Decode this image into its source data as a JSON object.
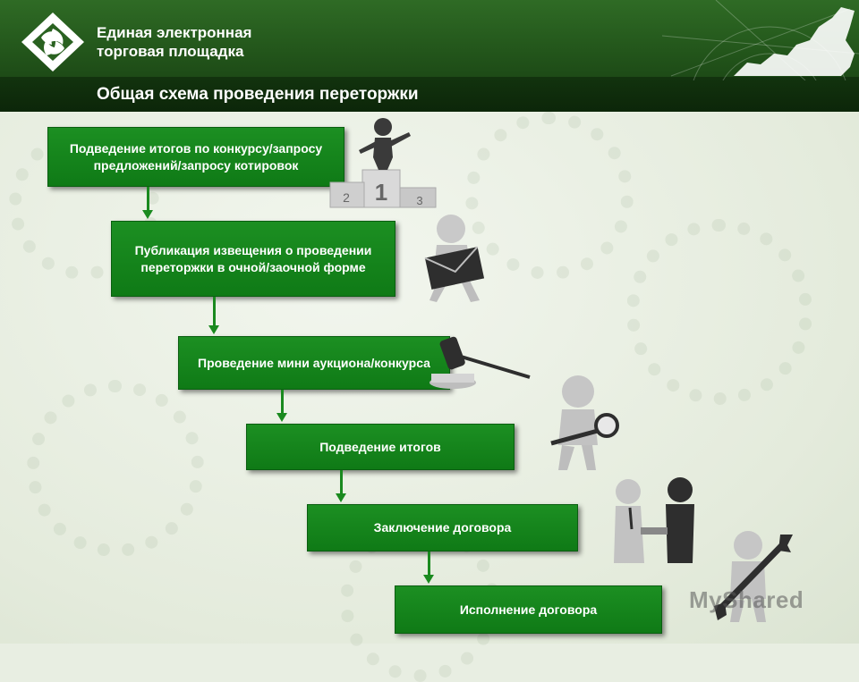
{
  "header": {
    "brand": "Единая электронная\nторговая площадка",
    "title": "Общая схема проведения переторжки"
  },
  "steps": [
    "Подведение итогов по конкурсу/запросу предложений/запросу котировок",
    "Публикация извещения о проведении переторжки в очной/заочной форме",
    "Проведение мини аукциона/конкурса",
    "Подведение итогов",
    "Заключение договора",
    "Исполнение договора"
  ],
  "podium": {
    "first": "1",
    "second": "2",
    "third": "3"
  },
  "watermark": "MyShared",
  "colors": {
    "header": "#23561b",
    "step": "#148a1b",
    "arrow": "#1a8a1f"
  }
}
